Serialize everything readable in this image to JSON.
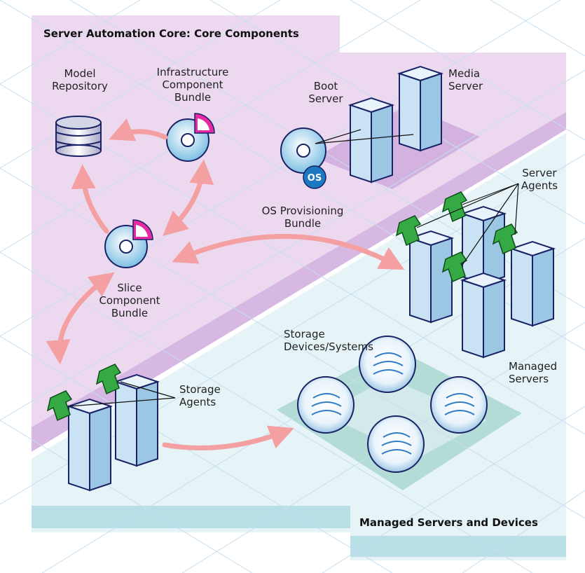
{
  "core_section": {
    "title": "Server Automation Core: Core Components"
  },
  "managed_section": {
    "title": "Managed Servers and Devices"
  },
  "components": {
    "model_repository": "Model\nRepository",
    "infrastructure_bundle": "Infrastructure\nComponent\nBundle",
    "slice_bundle": "Slice\nComponent\nBundle",
    "boot_server": "Boot\nServer",
    "media_server": "Media\nServer",
    "os_provisioning_bundle": "OS Provisioning\nBundle",
    "os_badge": "OS",
    "server_agents": "Server\nAgents",
    "managed_servers": "Managed\nServers",
    "storage_devices": "Storage\nDevices/Systems",
    "storage_agents": "Storage\nAgents"
  },
  "colors": {
    "core_fill": "#ecd9f0",
    "core_band": "#d7b8e3",
    "managed_fill": "#e6f3f7",
    "managed_band": "#b9dfe6",
    "arrow": "#f4a0a3",
    "agent_green": "#35a944",
    "server_fill": "#c9e3f5",
    "server_outline": "#1a2366"
  }
}
